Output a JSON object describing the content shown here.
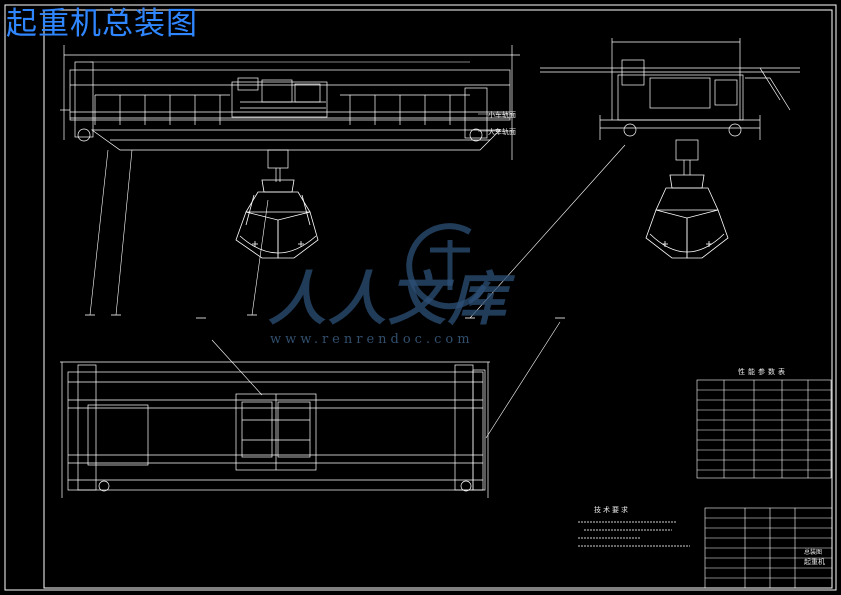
{
  "drawing": {
    "title": "起重机总装图"
  },
  "watermark": {
    "chinese": "人人文库",
    "url": "www.renrendoc.com"
  },
  "colors": {
    "background": "#000000",
    "linework": "#ffffff",
    "title_blue": "#2f86ff",
    "watermark_blue": "#2d5077"
  },
  "side_view": {
    "label_upper": "小车轨面",
    "label_lower": "大车轨面"
  },
  "parameter_table": {
    "title": "性能参数表"
  },
  "tech_requirements": {
    "title": "技术要求"
  },
  "title_block": {
    "name": "起重机",
    "drawing_no": "总装图"
  }
}
